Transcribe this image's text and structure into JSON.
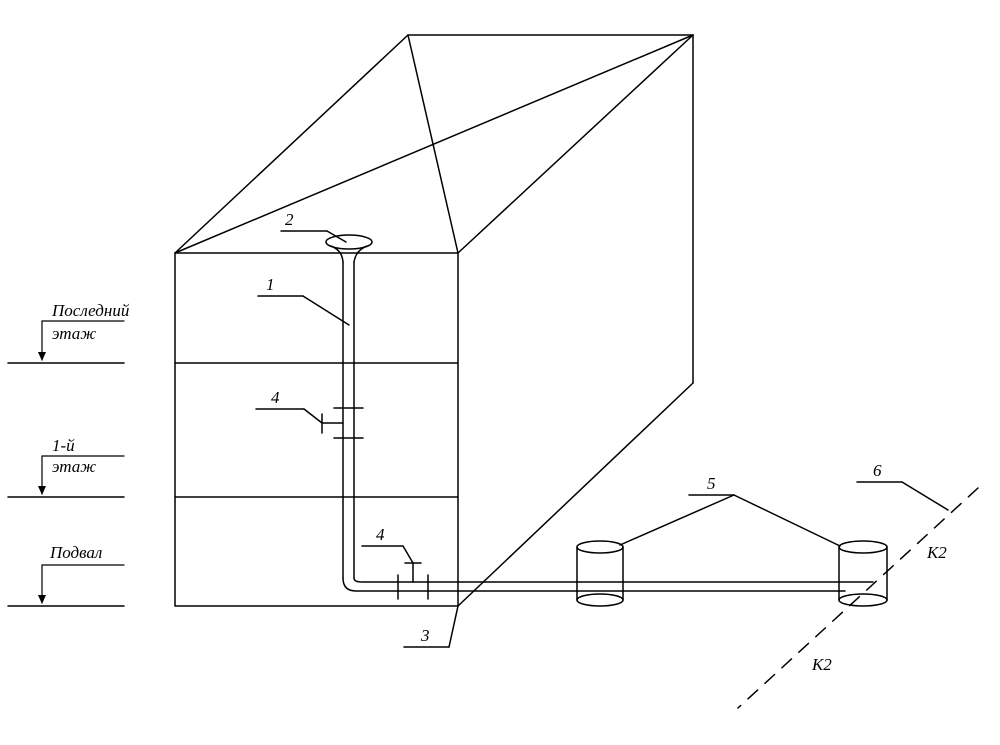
{
  "levels": {
    "top_floor": [
      "Последний",
      "этаж"
    ],
    "first_floor": [
      "1-й",
      "этаж"
    ],
    "basement": [
      "Подвал"
    ]
  },
  "callouts": [
    "1",
    "2",
    "3",
    "4",
    "4",
    "5",
    "6"
  ],
  "sewer_labels": [
    "К2",
    "К2"
  ]
}
